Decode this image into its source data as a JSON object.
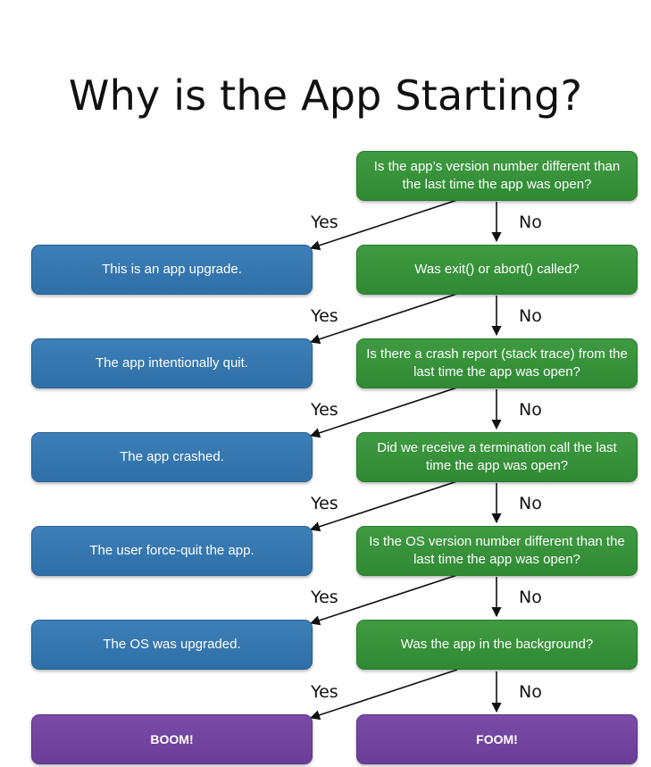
{
  "title": "Why is the App Starting?",
  "questions": [
    "Is the app’s version number different than the last time the app was open?",
    "Was exit() or abort() called?",
    "Is there a crash report (stack trace) from the last time the app was open?",
    "Did we receive a termination call the last time the app was open?",
    "Is the OS version number different than the last time the app was open?",
    "Was the app in the background?"
  ],
  "answers": [
    "This is an app upgrade.",
    "The app intentionally quit.",
    "The app crashed.",
    "The user force-quit the app.",
    "The OS was upgraded."
  ],
  "end_yes": "BOOM!",
  "end_no": "FOOM!",
  "yes_label": "Yes",
  "no_label": "No",
  "colors": {
    "question": "#3a943d",
    "answer": "#3577b0",
    "terminal": "#6f44a0"
  }
}
